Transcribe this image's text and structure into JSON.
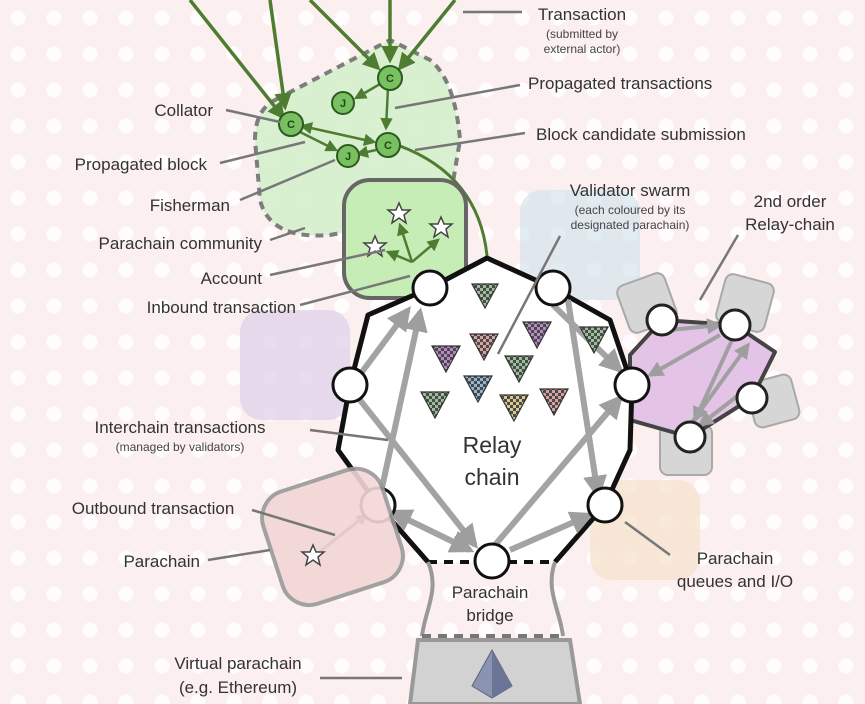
{
  "labels": {
    "transaction": "Transaction",
    "transaction_sub1": "(submitted by",
    "transaction_sub2": "external actor)",
    "propagated_transactions": "Propagated transactions",
    "collator": "Collator",
    "block_candidate": "Block candidate submission",
    "propagated_block": "Propagated block",
    "fisherman": "Fisherman",
    "validator_swarm": "Validator swarm",
    "validator_swarm_sub1": "(each coloured by its",
    "validator_swarm_sub2": "designated parachain)",
    "second_order1": "2nd order",
    "second_order2": "Relay-chain",
    "parachain_community": "Parachain community",
    "account": "Account",
    "inbound_transaction": "Inbound transaction",
    "interchain_transactions": "Interchain transactions",
    "interchain_sub": "(managed by validators)",
    "outbound_transaction": "Outbound transaction",
    "parachain": "Parachain",
    "relay1": "Relay",
    "relay2": "chain",
    "parachain_bridge1": "Parachain",
    "parachain_bridge2": "bridge",
    "queues1": "Parachain",
    "queues2": "queues and I/O",
    "virtual1": "Virtual parachain",
    "virtual2": "(e.g. Ethereum)"
  },
  "nodes": {
    "collator_letter": "C",
    "fisherman_letter": "J"
  },
  "colors": {
    "arrow_green": "#4e7d32",
    "node_green": "#79c062",
    "relay_arrow": "#a3a3a3",
    "community_fill": "#d7f0cf",
    "account_fill": "#c6edb6",
    "second_order_fill": "#e3c3e6",
    "parachain_fill": "#f3d6d6",
    "eth_fill": "#cfcfcf"
  }
}
